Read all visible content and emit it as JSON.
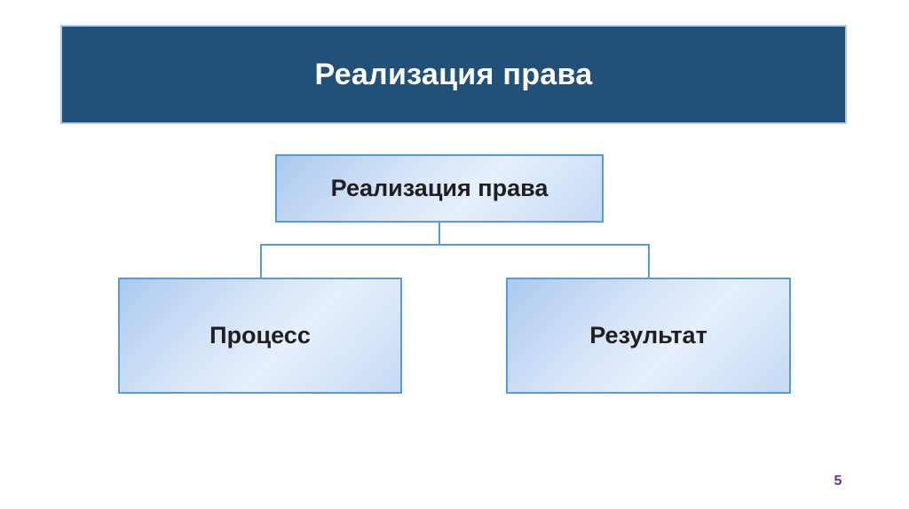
{
  "slide": {
    "title": "Реализация права",
    "page_number": "5"
  },
  "diagram": {
    "root_label": "Реализация права",
    "children": [
      {
        "label": "Процесс"
      },
      {
        "label": "Результат"
      }
    ]
  },
  "colors": {
    "banner_bg": "#215078",
    "banner_border": "#AECBE4",
    "banner_text": "#FFFFFF",
    "box_border": "#5B9BD5",
    "box_fill_light": "#E6EFFC",
    "box_fill_dark": "#AAC9EE",
    "box_text": "#1F1F1F",
    "connector": "#5B9BD5",
    "page_number": "#7030A0"
  }
}
